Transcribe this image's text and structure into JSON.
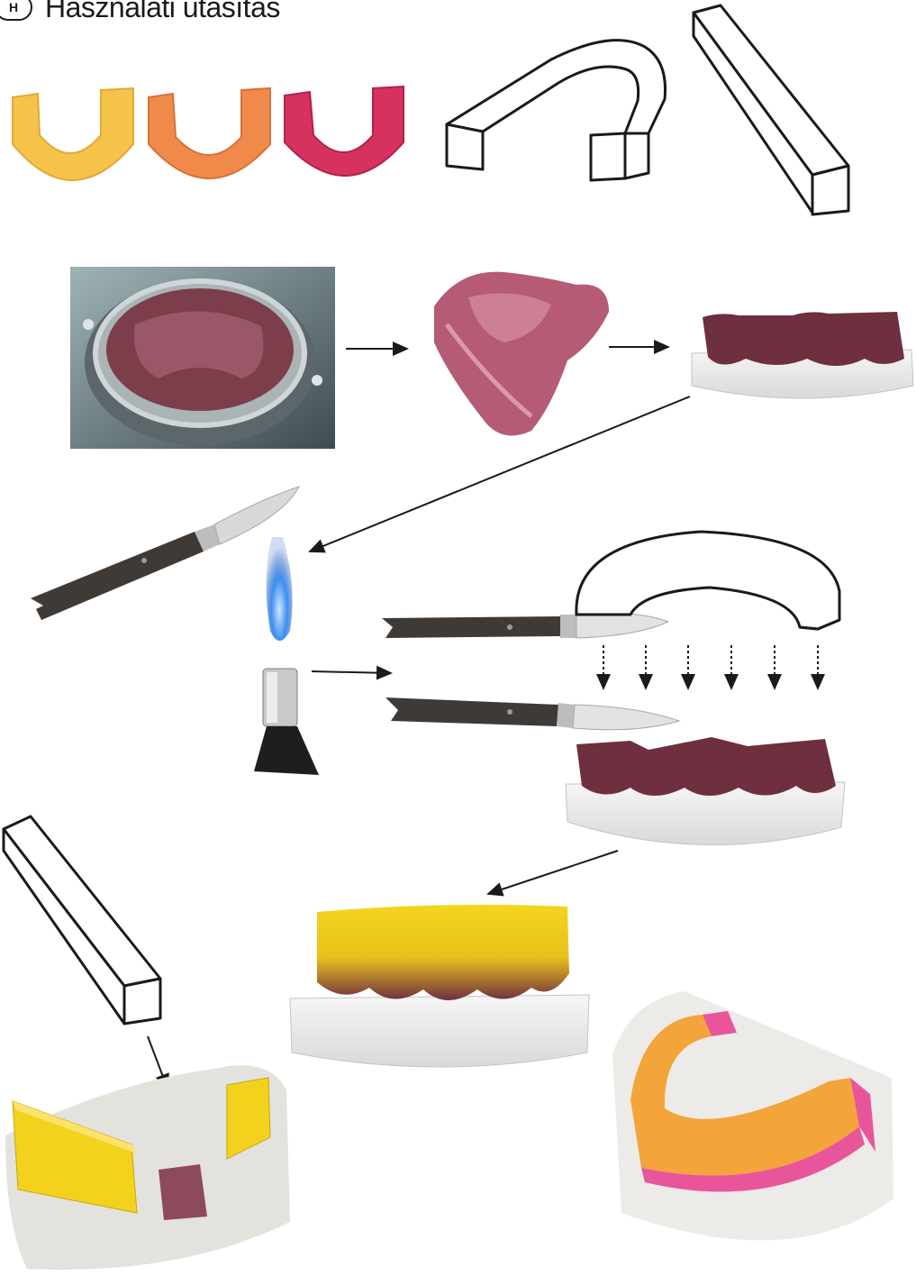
{
  "header": {
    "language_badge": "H",
    "title": "Használati utasítás"
  },
  "wax_colors": [
    "#f5c24a",
    "#f08a4b",
    "#d6315f"
  ],
  "palette": {
    "gum_dark": "#6e2f3f",
    "gum_mid": "#8d4a5a",
    "plaster": "#e9e9e9",
    "wax_yellow": "#f2d21c",
    "wax_orange": "#f3a43a",
    "wax_pink": "#e8559a",
    "flame_blue": "#2f7fe0",
    "handle": "#3f3a35",
    "blade": "#d8d8d8"
  },
  "icons": [
    "horseshoe-wax-outline",
    "straight-wax-bar-outline",
    "wax-knife",
    "gas-burner",
    "arrow-right",
    "arrow-down"
  ]
}
